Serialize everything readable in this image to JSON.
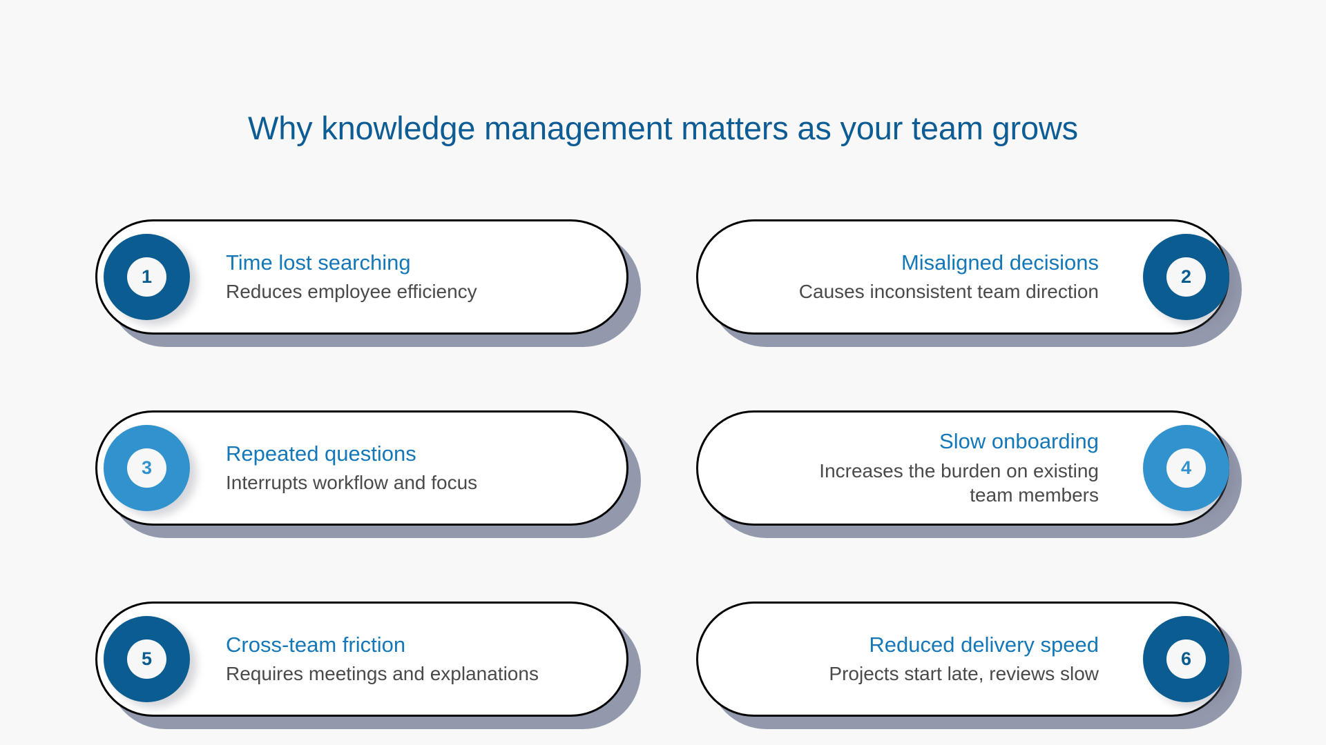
{
  "theme": {
    "background": "#f8f8f9",
    "title_color": "#0d5d94",
    "card_title_color": "#1478b8",
    "card_sub_color": "#4a4a4a",
    "card_bg": "#ffffff",
    "card_border": "#000000",
    "card_shadow": "#9399ad",
    "badge_dark": "#0b5c91",
    "badge_light": "#3292ce",
    "badge_inner_bg": "#f7f7f8"
  },
  "header": {
    "title": "Why knowledge management matters as your team grows"
  },
  "cards": [
    {
      "number": "1",
      "title": "Time lost searching",
      "subtitle": "Reduces employee efficiency",
      "badge_color": "#0b5c91",
      "align": "left"
    },
    {
      "number": "2",
      "title": "Misaligned decisions",
      "subtitle": "Causes inconsistent team direction",
      "badge_color": "#0b5c91",
      "align": "right"
    },
    {
      "number": "3",
      "title": "Repeated questions",
      "subtitle": "Interrupts workflow and focus",
      "badge_color": "#3292ce",
      "align": "left"
    },
    {
      "number": "4",
      "title": "Slow onboarding",
      "subtitle": "Increases the burden on existing team members",
      "badge_color": "#3292ce",
      "align": "right"
    },
    {
      "number": "5",
      "title": "Cross-team friction",
      "subtitle": "Requires meetings and explanations",
      "badge_color": "#0b5c91",
      "align": "left"
    },
    {
      "number": "6",
      "title": "Reduced delivery speed",
      "subtitle": "Projects start late, reviews slow",
      "badge_color": "#0b5c91",
      "align": "right"
    }
  ]
}
